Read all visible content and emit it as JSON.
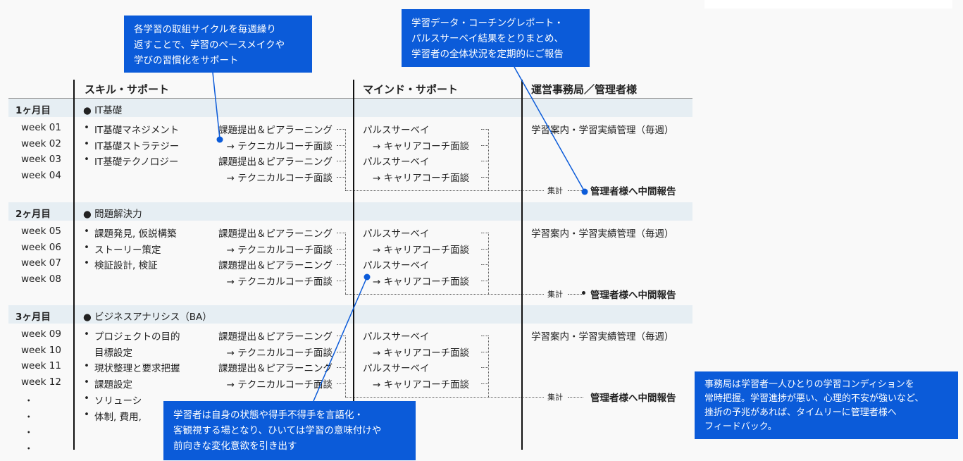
{
  "headers": {
    "skill": "スキル・サポート",
    "mind": "マインド・サポート",
    "admin": "運営事務局／管理者様"
  },
  "months": [
    {
      "label": "1ヶ月目",
      "topic": "● IT基礎",
      "weeks": [
        "week 01",
        "week 02",
        "week 03",
        "week 04"
      ],
      "skills": [
        {
          "b": "•",
          "t": "IT基礎マネジメント"
        },
        {
          "b": "•",
          "t": "IT基礎ストラテジー"
        },
        {
          "b": "•",
          "t": "IT基礎テクノロジー"
        }
      ],
      "tasks": [
        "課題提出＆ピアラーニング",
        "→ テクニカルコーチ面談",
        "課題提出＆ピアラーニング",
        "→ テクニカルコーチ面談"
      ],
      "mind": [
        "パルスサーベイ",
        "→ キャリアコーチ面談",
        "パルスサーベイ",
        "→ キャリアコーチ面談"
      ],
      "admin": "学習案内・学習実績管理（毎週）",
      "agg": "集計",
      "report": "管理者様へ中間報告"
    },
    {
      "label": "2ヶ月目",
      "topic": "● 問題解決力",
      "weeks": [
        "week 05",
        "week 06",
        "week 07",
        "week 08"
      ],
      "skills": [
        {
          "b": "•",
          "t": "課題発見, 仮説構築"
        },
        {
          "b": "•",
          "t": "ストーリー策定"
        },
        {
          "b": "•",
          "t": "検証設計, 検証"
        }
      ],
      "tasks": [
        "課題提出＆ピアラーニング",
        "→ テクニカルコーチ面談",
        "課題提出＆ピアラーニング",
        "→ テクニカルコーチ面談"
      ],
      "mind": [
        "パルスサーベイ",
        "→ キャリアコーチ面談",
        "パルスサーベイ",
        "→ キャリアコーチ面談"
      ],
      "admin": "学習案内・学習実績管理（毎週）",
      "agg": "集計",
      "report": "管理者様へ中間報告"
    },
    {
      "label": "3ヶ月目",
      "topic": "● ビジネスアナリシス（BA）",
      "weeks": [
        "week 09",
        "week 10",
        "week 11",
        "week 12",
        "・",
        "・",
        "・",
        "・"
      ],
      "skills": [
        {
          "b": "•",
          "t": "プロジェクトの目的"
        },
        {
          "b": "",
          "t": "目標設定"
        },
        {
          "b": "•",
          "t": "現状整理と要求把握"
        },
        {
          "b": "•",
          "t": "課題設定"
        },
        {
          "b": "•",
          "t": "ソリューシ"
        },
        {
          "b": "•",
          "t": "体制, 費用,"
        }
      ],
      "tasks": [
        "課題提出＆ピアラーニング",
        "→ テクニカルコーチ面談",
        "課題提出＆ピアラーニング",
        "→ テクニカルコーチ面談"
      ],
      "mind": [
        "パルスサーベイ",
        "→ キャリアコーチ面談",
        "パルスサーベイ",
        "→ キャリアコーチ面談"
      ],
      "admin": "学習案内・学習実績管理（毎週）",
      "agg": "集計",
      "report": "管理者様へ中間報告"
    }
  ],
  "callouts": {
    "c1": [
      "各学習の取組サイクルを毎週繰り",
      "返すことで、学習のペースメイクや",
      "学びの習慣化をサポート"
    ],
    "c2": [
      "学習データ・コーチングレポート・",
      "パルスサーベイ結果をとりまとめ、",
      "学習者の全体状況を定期的にご報告"
    ],
    "c3": [
      "学習者は自身の状態や得手不得手を言語化・",
      "客観視する場となり、ひいては学習の意味付けや",
      "前向きな変化意欲を引き出す"
    ],
    "c4": [
      "事務局は学習者一人ひとりの学習コンディションを",
      "常時把握。学習進捗が悪い、心理的不安が強いなど、",
      "挫折の予兆があれば、タイムリーに管理者様へ",
      "フィードバック。"
    ]
  },
  "colors": {
    "accent": "#0b5bd9",
    "band": "#e6eef3"
  }
}
